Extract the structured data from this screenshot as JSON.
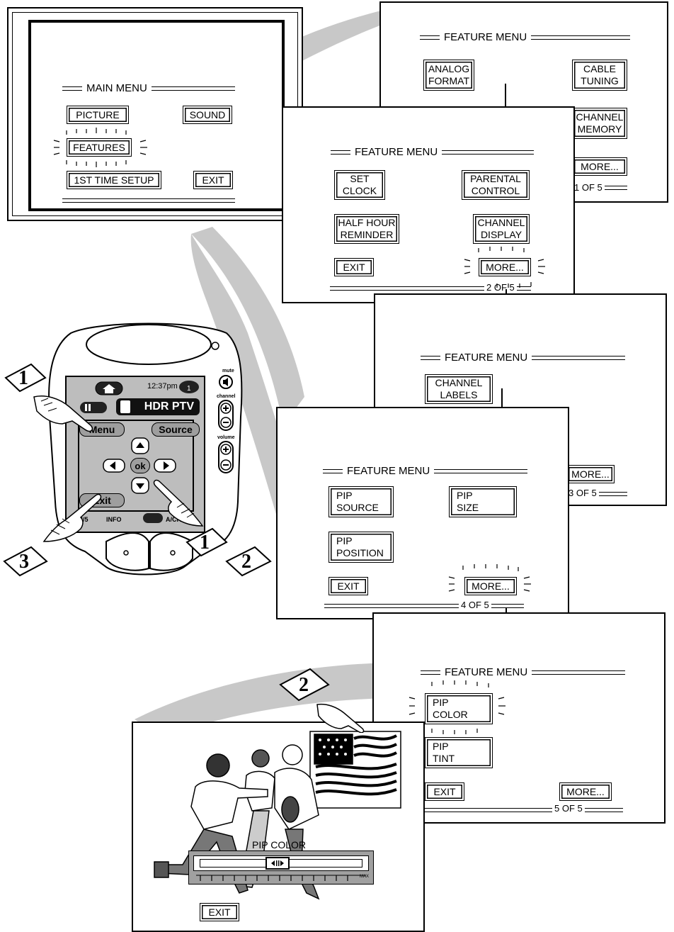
{
  "main_menu": {
    "title": "MAIN MENU",
    "buttons": {
      "picture": "PICTURE",
      "sound": "SOUND",
      "features": "FEATURES",
      "setup": "1ST TIME SETUP",
      "exit": "EXIT"
    }
  },
  "feature_menu_1": {
    "title": "FEATURE MENU",
    "buttons": {
      "analog_format": "ANALOG\nFORMAT",
      "cable_tuning": "CABLE\nTUNING",
      "channel_memory": "CHANNEL\nMEMORY",
      "more": "MORE..."
    },
    "page": "1 OF 5"
  },
  "feature_menu_2": {
    "title": "FEATURE MENU",
    "buttons": {
      "set_clock": "SET\nCLOCK",
      "parental_control": "PARENTAL\nCONTROL",
      "half_hour_reminder": "HALF HOUR\nREMINDER",
      "channel_display": "CHANNEL\nDISPLAY",
      "exit": "EXIT",
      "more": "MORE..."
    },
    "page": "2 OF 5"
  },
  "feature_menu_3": {
    "title": "FEATURE MENU",
    "buttons": {
      "channel_labels": "CHANNEL\nLABELS",
      "more": "MORE..."
    },
    "page": "3 OF 5"
  },
  "feature_menu_4": {
    "title": "FEATURE MENU",
    "buttons": {
      "pip_source": "PIP\nSOURCE",
      "pip_size": "PIP\nSIZE",
      "pip_position": "PIP\nPOSITION",
      "exit": "EXIT",
      "more": "MORE..."
    },
    "page": "4 OF 5"
  },
  "feature_menu_5": {
    "title": "FEATURE MENU",
    "buttons": {
      "pip_color": "PIP\nCOLOR",
      "pip_tint": "PIP\nTINT",
      "exit": "EXIT",
      "more": "MORE..."
    },
    "page": "5 OF 5"
  },
  "pip_color_screen": {
    "label": "PIP COLOR",
    "slider_max": "MAX",
    "exit": "EXIT"
  },
  "remote": {
    "time": "12:37pm",
    "device": "HDR PTV",
    "buttons": {
      "menu": "Menu",
      "source": "Source",
      "ok": "ok",
      "exit": "Exit"
    },
    "side_labels": {
      "mute": "mute",
      "channel": "channel",
      "volume": "volume"
    },
    "bottom": {
      "page": "3/5",
      "info": "INFO",
      "ach": "A/CH"
    }
  },
  "step_markers": {
    "one_a": "1",
    "one_b": "1",
    "two_a": "2",
    "two_b": "2",
    "three": "3"
  },
  "colors": {
    "swoosh": "#c8c8c8",
    "button_bevel": "#9a9a9a",
    "remote_screen": "#bdbdbd"
  }
}
